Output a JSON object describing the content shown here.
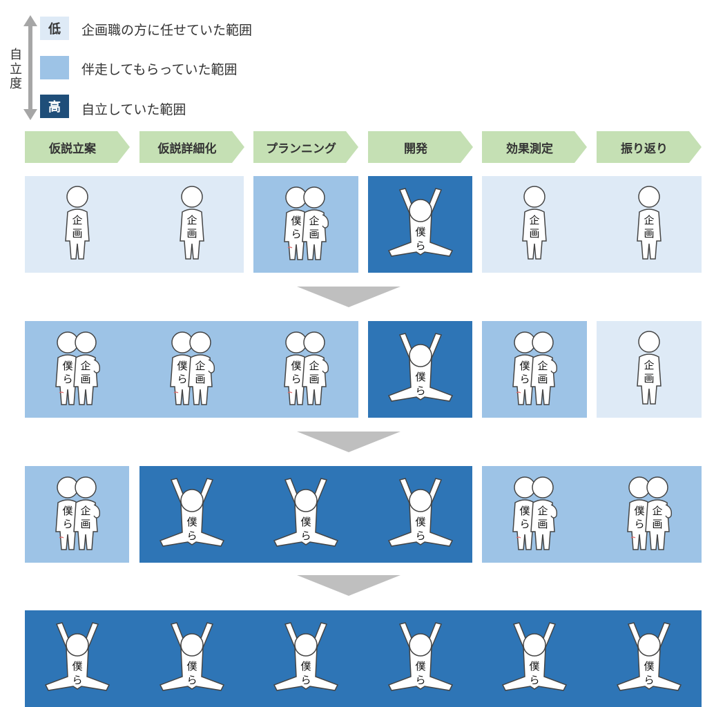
{
  "legend": {
    "axis_label": [
      "自",
      "立",
      "度"
    ],
    "items": [
      {
        "badge": "低",
        "text": "企画職の方に任せていた範囲",
        "color": "#deeaf6"
      },
      {
        "badge": "",
        "text": "伴走してもらっていた範囲",
        "color": "#9dc3e6"
      },
      {
        "badge": "高",
        "text": "自立していた範囲",
        "color": "#1f4e79"
      }
    ]
  },
  "phases": [
    "仮説立案",
    "仮説詳細化",
    "プランニング",
    "開発",
    "効果測定",
    "振り返り"
  ],
  "figure_text": {
    "planner": [
      "企",
      "画"
    ],
    "us": [
      "僕",
      "ら"
    ]
  },
  "colors": {
    "low": "#deeaf6",
    "mid": "#9dc3e6",
    "high": "#2e75b6",
    "phase": "#c5e0b4",
    "arrow": "#bfbfbf"
  },
  "rows": [
    [
      {
        "level": "low",
        "span": [
          0,
          1
        ],
        "figures": [
          "planner",
          "planner"
        ]
      },
      {
        "level": "mid",
        "span": [
          2,
          2
        ],
        "figures": [
          "pair"
        ]
      },
      {
        "level": "high",
        "span": [
          3,
          3
        ],
        "figures": [
          "us"
        ]
      },
      {
        "level": "low",
        "span": [
          4,
          5
        ],
        "figures": [
          "planner",
          "planner"
        ]
      }
    ],
    [
      {
        "level": "mid",
        "span": [
          0,
          2
        ],
        "figures": [
          "pair",
          "pair",
          "pair"
        ]
      },
      {
        "level": "high",
        "span": [
          3,
          3
        ],
        "figures": [
          "us"
        ]
      },
      {
        "level": "mid",
        "span": [
          4,
          4
        ],
        "figures": [
          "pair"
        ]
      },
      {
        "level": "low",
        "span": [
          5,
          5
        ],
        "figures": [
          "planner"
        ]
      }
    ],
    [
      {
        "level": "mid",
        "span": [
          0,
          0
        ],
        "figures": [
          "pair"
        ]
      },
      {
        "level": "high",
        "span": [
          1,
          3
        ],
        "figures": [
          "us",
          "us",
          "us"
        ]
      },
      {
        "level": "mid",
        "span": [
          4,
          5
        ],
        "figures": [
          "pair",
          "pair"
        ]
      }
    ],
    [
      {
        "level": "high",
        "span": [
          0,
          5
        ],
        "figures": [
          "us",
          "us",
          "us",
          "us",
          "us",
          "us"
        ]
      }
    ]
  ]
}
